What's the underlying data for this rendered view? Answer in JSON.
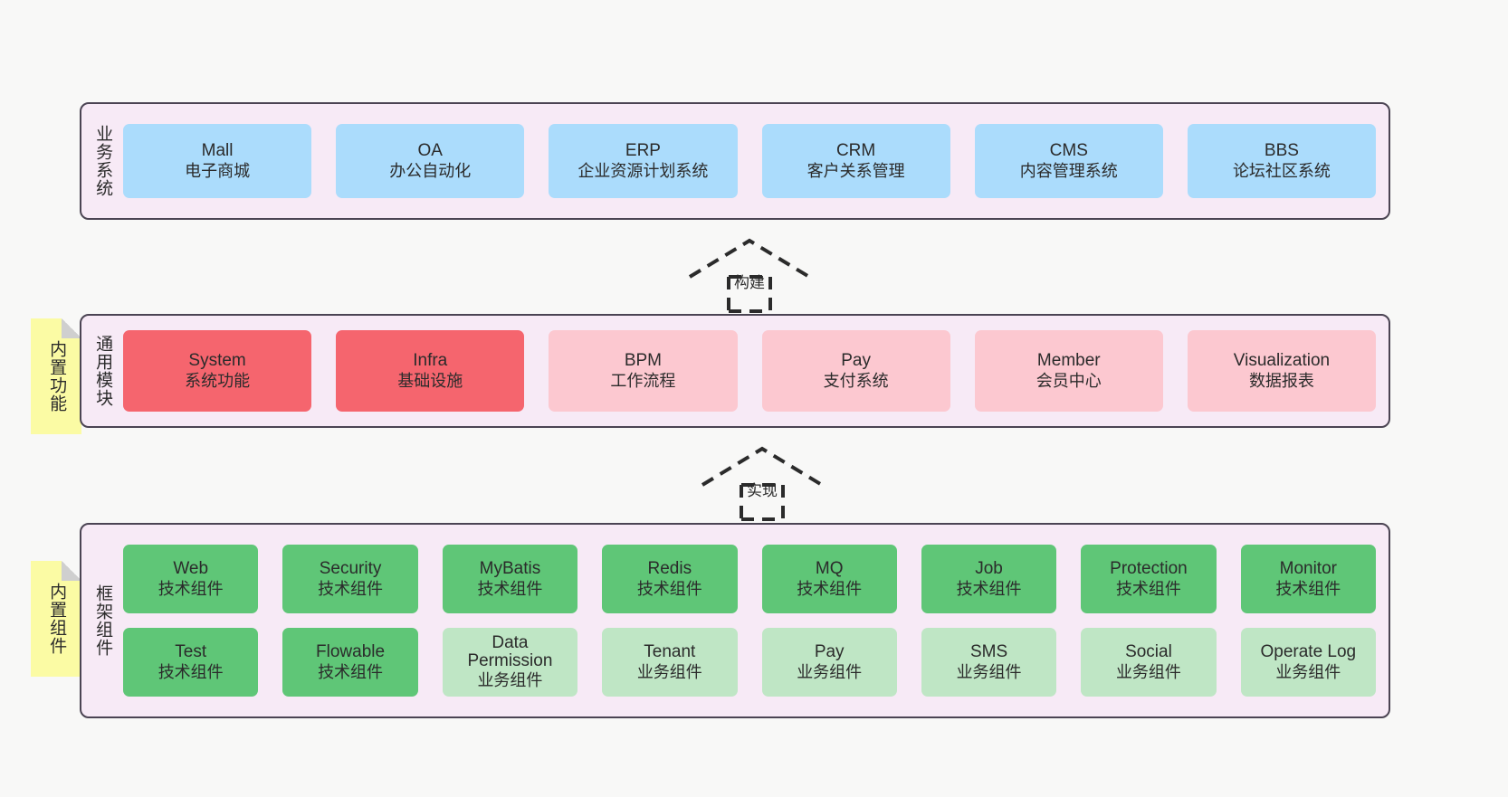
{
  "diagram": {
    "background_color": "#f8f8f7",
    "layer_bg_color": "#f7eaf6",
    "layer_border_color": "#4b4453",
    "note_color": "#fbfba4",
    "colors": {
      "business_card": "#abdcfc",
      "module_primary": "#f5656e",
      "module_secondary": "#fcc8d0",
      "tech_component": "#5fc677",
      "biz_component": "#bfe6c5"
    }
  },
  "layers": [
    {
      "id": "business-systems",
      "title": "业务系统",
      "rows": [
        [
          {
            "name": "Mall",
            "desc": "电子商城"
          },
          {
            "name": "OA",
            "desc": "办公自动化"
          },
          {
            "name": "ERP",
            "desc": "企业资源计划系统"
          },
          {
            "name": "CRM",
            "desc": "客户关系管理"
          },
          {
            "name": "CMS",
            "desc": "内容管理系统"
          },
          {
            "name": "BBS",
            "desc": "论坛社区系统"
          }
        ]
      ]
    },
    {
      "id": "common-modules",
      "title": "通用模块",
      "note": "内置功能",
      "rows": [
        [
          {
            "name": "System",
            "desc": "系统功能"
          },
          {
            "name": "Infra",
            "desc": "基础设施"
          },
          {
            "name": "BPM",
            "desc": "工作流程"
          },
          {
            "name": "Pay",
            "desc": "支付系统"
          },
          {
            "name": "Member",
            "desc": "会员中心"
          },
          {
            "name": "Visualization",
            "desc": "数据报表"
          }
        ]
      ]
    },
    {
      "id": "framework-components",
      "title": "框架组件",
      "note": "内置组件",
      "rows": [
        [
          {
            "name": "Web",
            "desc": "技术组件"
          },
          {
            "name": "Security",
            "desc": "技术组件"
          },
          {
            "name": "MyBatis",
            "desc": "技术组件"
          },
          {
            "name": "Redis",
            "desc": "技术组件"
          },
          {
            "name": "MQ",
            "desc": "技术组件"
          },
          {
            "name": "Job",
            "desc": "技术组件"
          },
          {
            "name": "Protection",
            "desc": "技术组件"
          },
          {
            "name": "Monitor",
            "desc": "技术组件"
          }
        ],
        [
          {
            "name": "Test",
            "desc": "技术组件"
          },
          {
            "name": "Flowable",
            "desc": "技术组件"
          },
          {
            "name": "Data Permission",
            "desc": "业务组件"
          },
          {
            "name": "Tenant",
            "desc": "业务组件"
          },
          {
            "name": "Pay",
            "desc": "业务组件"
          },
          {
            "name": "SMS",
            "desc": "业务组件"
          },
          {
            "name": "Social",
            "desc": "业务组件"
          },
          {
            "name": "Operate Log",
            "desc": "业务组件"
          }
        ]
      ]
    }
  ],
  "connectors": [
    {
      "id": "build",
      "label": "构建",
      "direction": "up"
    },
    {
      "id": "implement",
      "label": "实现",
      "direction": "up"
    }
  ]
}
